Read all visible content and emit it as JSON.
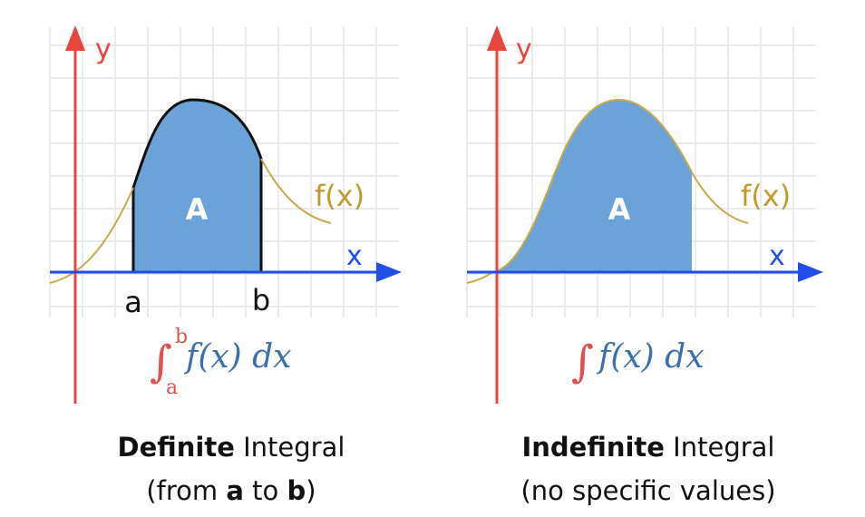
{
  "colors": {
    "grid": "#e4e4e4",
    "y_axis": "#e8463c",
    "x_axis": "#1f4fe8",
    "area_fill": "#6ba3d8",
    "curve": "#c9a94a",
    "func_label": "#c09a2a",
    "formula_blue": "#3a6fb0",
    "formula_red": "#e05050"
  },
  "definite": {
    "y_label": "y",
    "x_label": "x",
    "area_label": "A",
    "func_label": "f(x)",
    "a_label": "a",
    "b_label": "b",
    "integral_upper": "b",
    "integral_lower": "a",
    "formula_body": "f(x) dx",
    "caption_bold": "Definite",
    "caption_rest": " Integral",
    "caption2_open": "(from ",
    "caption2_a": "a",
    "caption2_to": " to ",
    "caption2_b": "b",
    "caption2_close": ")"
  },
  "indefinite": {
    "y_label": "y",
    "x_label": "x",
    "area_label": "A",
    "func_label": "f(x)",
    "formula_body": "f(x) dx",
    "caption_bold": "Indefinite",
    "caption_rest": " Integral",
    "caption2": "(no specific values)"
  }
}
